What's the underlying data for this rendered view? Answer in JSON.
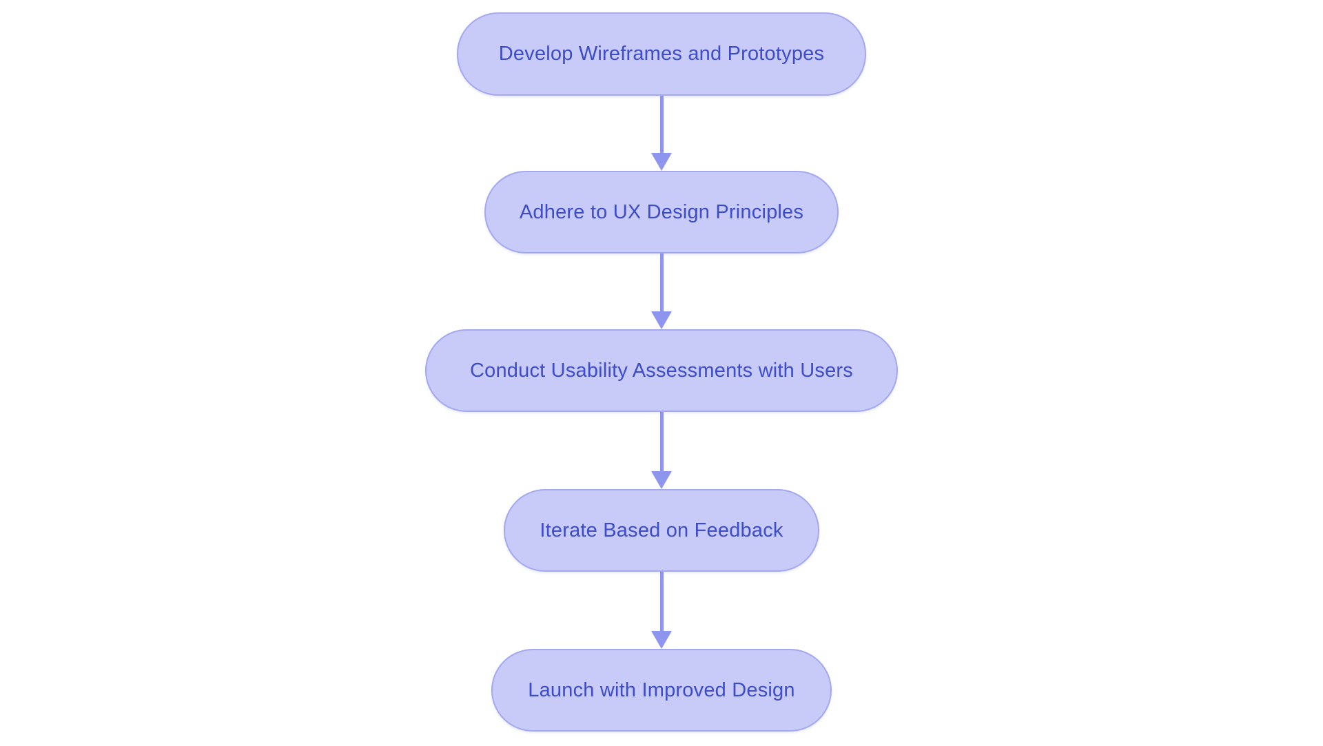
{
  "diagram": {
    "type": "flowchart",
    "direction": "top-down",
    "colors": {
      "background": "#ffffff",
      "node_fill": "#c8caf8",
      "node_border": "#a3a8f1",
      "node_text": "#3d4cc8",
      "arrow": "#8e95ee"
    },
    "nodes": [
      {
        "label": "Develop Wireframes and Prototypes"
      },
      {
        "label": "Adhere to UX Design Principles"
      },
      {
        "label": "Conduct Usability Assessments with Users"
      },
      {
        "label": "Iterate Based on Feedback"
      },
      {
        "label": "Launch with Improved Design"
      }
    ],
    "edges": [
      {
        "from": "Develop Wireframes and Prototypes",
        "to": "Adhere to UX Design Principles"
      },
      {
        "from": "Adhere to UX Design Principles",
        "to": "Conduct Usability Assessments with Users"
      },
      {
        "from": "Conduct Usability Assessments with Users",
        "to": "Iterate Based on Feedback"
      },
      {
        "from": "Iterate Based on Feedback",
        "to": "Launch with Improved Design"
      }
    ]
  }
}
